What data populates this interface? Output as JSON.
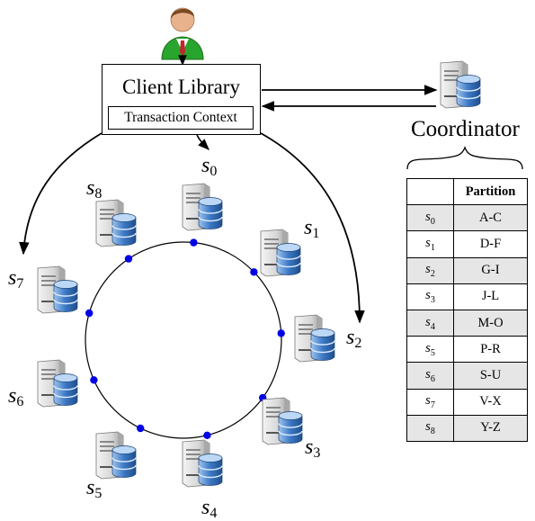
{
  "client_library": {
    "title": "Client Library",
    "context_label": "Transaction Context"
  },
  "coordinator": {
    "label": "Coordinator"
  },
  "nodes": [
    {
      "name": "s",
      "sub": "0"
    },
    {
      "name": "s",
      "sub": "1"
    },
    {
      "name": "s",
      "sub": "2"
    },
    {
      "name": "s",
      "sub": "3"
    },
    {
      "name": "s",
      "sub": "4"
    },
    {
      "name": "s",
      "sub": "5"
    },
    {
      "name": "s",
      "sub": "6"
    },
    {
      "name": "s",
      "sub": "7"
    },
    {
      "name": "s",
      "sub": "8"
    }
  ],
  "table": {
    "header": [
      "",
      "Partition"
    ],
    "rows": [
      {
        "node": "s",
        "sub": "0",
        "partition": "A-C"
      },
      {
        "node": "s",
        "sub": "1",
        "partition": "D-F"
      },
      {
        "node": "s",
        "sub": "2",
        "partition": "G-I"
      },
      {
        "node": "s",
        "sub": "3",
        "partition": "J-L"
      },
      {
        "node": "s",
        "sub": "4",
        "partition": "M-O"
      },
      {
        "node": "s",
        "sub": "5",
        "partition": "P-R"
      },
      {
        "node": "s",
        "sub": "6",
        "partition": "S-U"
      },
      {
        "node": "s",
        "sub": "7",
        "partition": "V-X"
      },
      {
        "node": "s",
        "sub": "8",
        "partition": "Y-Z"
      }
    ]
  },
  "colors": {
    "ring_dot": "#0000e6",
    "db_blue": "#3b78c4",
    "server_gray": "#c8c8c8",
    "row_shade": "#e6e6e6"
  },
  "icons": {
    "user": "user-icon",
    "server": "server-database-icon"
  }
}
